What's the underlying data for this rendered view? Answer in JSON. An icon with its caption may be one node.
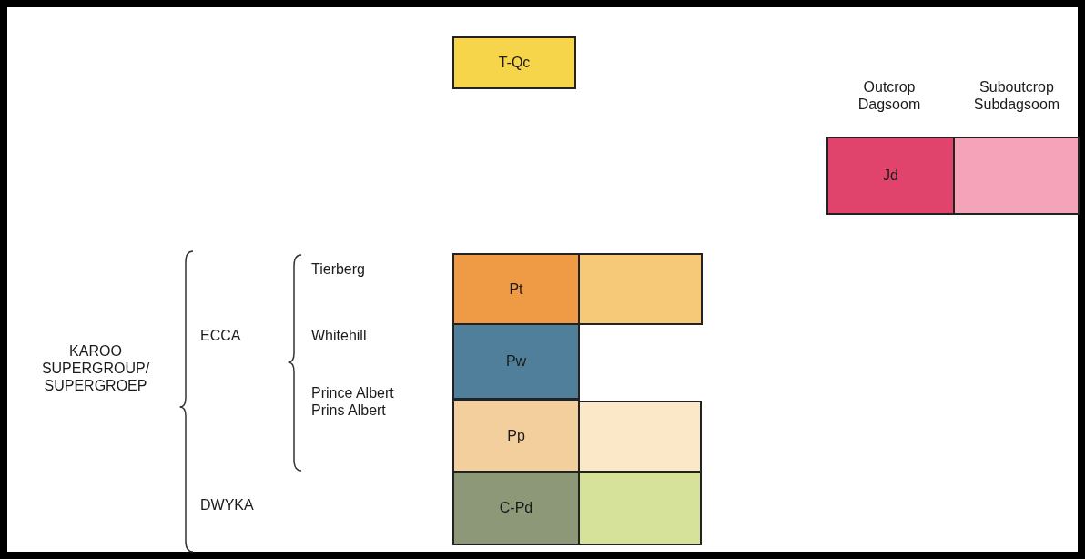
{
  "diagram": {
    "nodes": [
      {
        "text": [
          "T-Qc"
        ]
      },
      {
        "text": [
          "Jd"
        ]
      },
      {
        "text": [],
        "shape": "box"
      },
      {
        "text": [
          "Pt"
        ]
      },
      {
        "text": [],
        "shape": "box"
      },
      {
        "text": [
          "Pw"
        ]
      },
      {
        "text": [
          "Pp"
        ]
      },
      {
        "text": [],
        "shape": "box"
      },
      {
        "text": [
          "C-Pd"
        ]
      },
      {
        "text": [],
        "shape": "box"
      }
    ],
    "labels": [
      "Outcrop Dagsoom",
      "Suboutcrop Subdagsoom",
      "Tierberg",
      "ECCA",
      "Whitehill",
      "KAROO SUPERGROUP/ SUPERGROEP",
      "Prince Albert Prins Albert",
      "DWYKA"
    ]
  }
}
